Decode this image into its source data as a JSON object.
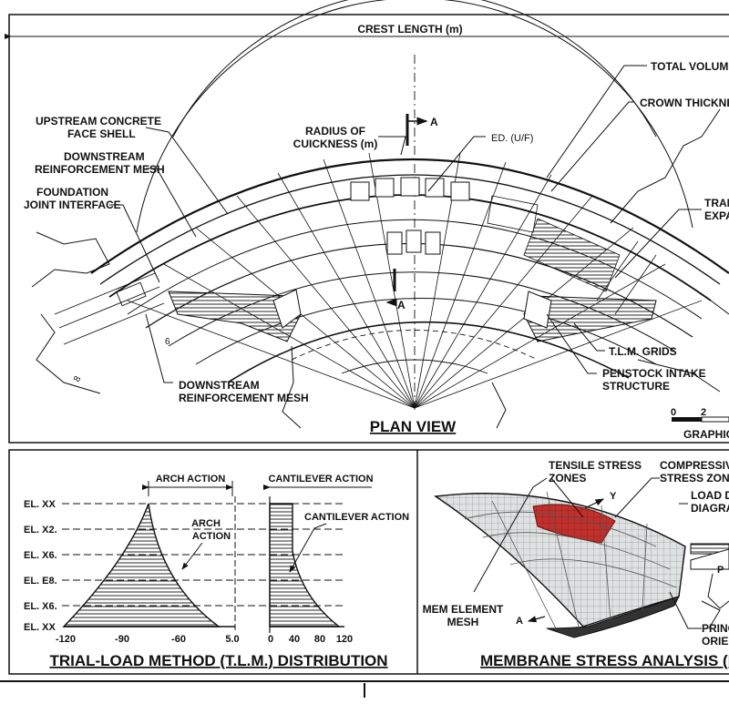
{
  "plan": {
    "crest_length": "CREST LENGTH (m)",
    "total_volume": "TOTAL VOLUME",
    "crown_thickness": "CROWN THICKNESS",
    "upstream_face_1": "UPSTREAM CONCRETE",
    "upstream_face_2": "FACE SHELL",
    "downstream_mesh_top_1": "DOWNSTREAM",
    "downstream_mesh_top_2": "REINFORCEMENT MESH",
    "foundation_1": "FOUNDATION",
    "foundation_2": "JOINT INTERFACE",
    "radius_1": "RADIUS OF",
    "radius_2": "CUICKNESS (m)",
    "section_a": "A",
    "ed_label": "ED. (U/F)",
    "trans_1": "TRAN",
    "trans_2": "EXPA",
    "tlm_grids": "T.L.M. GRIDS",
    "penstock_1": "PENSTOCK INTAKE",
    "penstock_2": "STRUCTURE",
    "downstream_mesh_bot_1": "DOWNSTREAM",
    "downstream_mesh_bot_2": "REINFORCEMENT MESH",
    "dim_6": "6",
    "dim_8": "8",
    "title": "PLAN VIEW",
    "scale_0": "0",
    "scale_2": "2",
    "graphic": "GRAPHIC"
  },
  "tlm": {
    "arch_action": "ARCH ACTION",
    "cantilever_action": "CANTILEVER ACTION",
    "arch_action_inner_1": "ARCH",
    "arch_action_inner_2": "ACTION",
    "cantilever_action_inner": "CANTILEVER ACTION",
    "elevations": [
      "EL. XX",
      "EL. X2.",
      "EL. X6.",
      "EL. E8.",
      "EL. X6.",
      "EL. XX"
    ],
    "arch_ticks": [
      "-120",
      "-90",
      "-60",
      "5.0"
    ],
    "cant_ticks": [
      "0",
      "40",
      "80",
      "120"
    ],
    "title": "TRIAL-LOAD METHOD (T.L.M.) DISTRIBUTION"
  },
  "membrane": {
    "tensile_1": "TENSILE STRESS",
    "tensile_2": "ZONES",
    "compressive_1": "COMPRESSIVE",
    "compressive_2": "STRESS ZONE",
    "load_1": "LOAD D",
    "load_2": "DIAGRA",
    "y_axis": "Y",
    "a_axis": "A",
    "p_label": "P",
    "mem_1": "MEM ELEMENT",
    "mem_2": "MESH",
    "princ_1": "PRINC",
    "princ_2": "ORIEN",
    "title": "MEMBRANE STRESS ANALYSIS (ME"
  },
  "colors": {
    "tensile": "#c0302c",
    "mesh": "#d8dcdc",
    "ink": "#111111"
  }
}
